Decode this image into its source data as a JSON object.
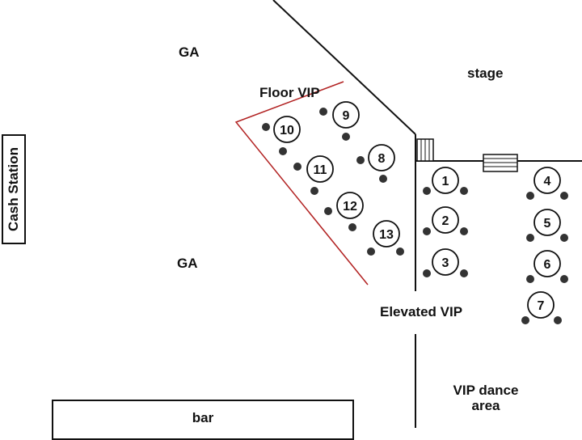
{
  "zones": {
    "ga_top": "GA",
    "ga_bottom": "GA",
    "stage": "stage",
    "floor_vip": "Floor VIP",
    "elevated_vip": "Elevated VIP",
    "vip_dance_line1": "VIP dance",
    "vip_dance_line2": "area",
    "bar": "bar",
    "cash_station": "Cash Station"
  },
  "tables": [
    "1",
    "2",
    "3",
    "4",
    "5",
    "6",
    "7",
    "8",
    "9",
    "10",
    "11",
    "12",
    "13"
  ],
  "colors": {
    "line": "#111111",
    "floor_vip_boundary": "#b22222",
    "seat": "#333333",
    "background": "#ffffff"
  }
}
